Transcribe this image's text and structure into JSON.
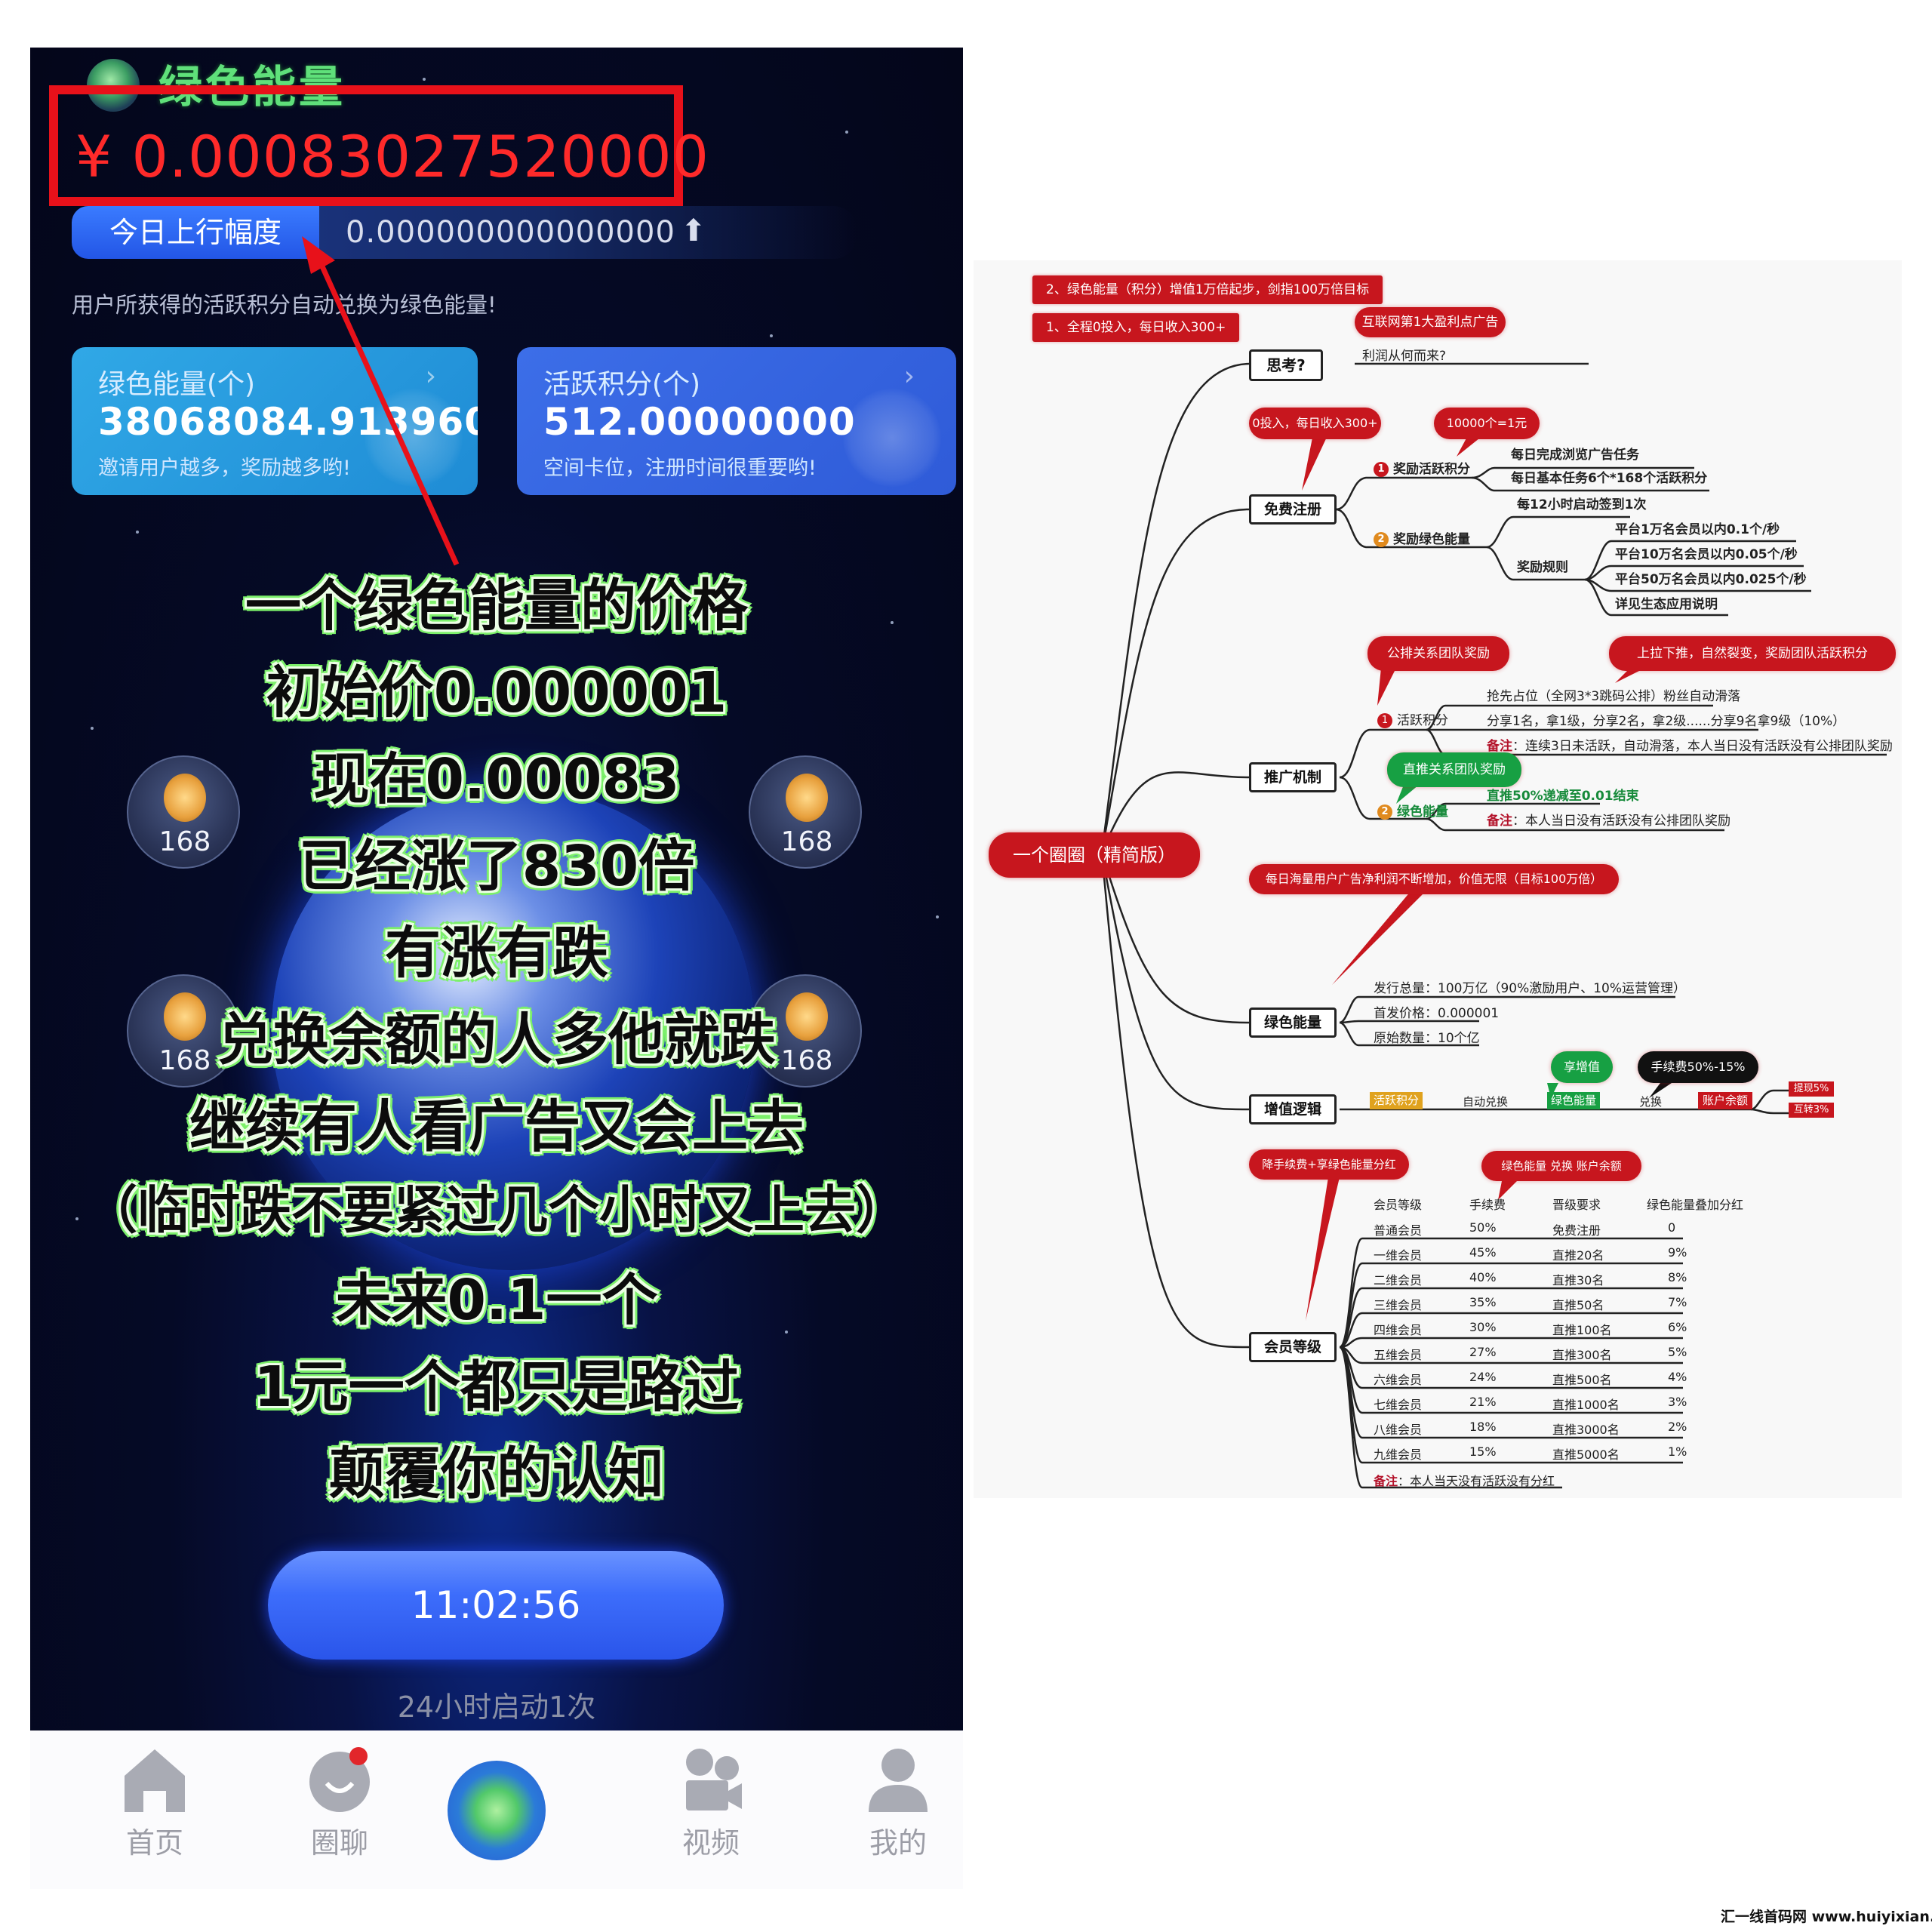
{
  "phone": {
    "app_title": "绿色能量",
    "price": "¥ 0.00083027520000",
    "today": {
      "tag": "今日上行幅度",
      "value": "0.000000000000000",
      "arrow": "⬆"
    },
    "hint": "用户所获得的活跃积分自动兑换为绿色能量!",
    "cards": [
      {
        "title": "绿色能量(个)",
        "value": "38068084.913960...",
        "sub": "邀请用户越多，奖励越多哟!",
        "chevron": "›"
      },
      {
        "title": "活跃积分(个)",
        "value": "512.00000000",
        "sub": "空间卡位，注册时间很重要哟!",
        "chevron": "›"
      }
    ],
    "nodes": [
      {
        "value": "168"
      },
      {
        "value": "168"
      },
      {
        "value": "168"
      },
      {
        "value": "168"
      }
    ],
    "overlay_lines": [
      "一个绿色能量的价格",
      "初始价0.000001",
      "现在0.00083",
      "已经涨了830倍",
      "有涨有跌",
      "兑换余额的人多他就跌",
      "继续有人看广告又会上去",
      "（临时跌不要紧过几个小时又上去）",
      "未来0.1一个",
      "1元一个都只是路过",
      "颠覆你的认知"
    ],
    "timer": "11:02:56",
    "timer_note": "24小时启动1次",
    "tabs": [
      {
        "label": "首页",
        "icon": "home-icon"
      },
      {
        "label": "圈聊",
        "icon": "chat-icon"
      },
      {
        "label": "",
        "icon": "green-energy-icon"
      },
      {
        "label": "视频",
        "icon": "video-icon"
      },
      {
        "label": "我的",
        "icon": "profile-icon"
      }
    ],
    "colors": {
      "price": "#ff2a2a",
      "highlight_box": "#e8111a",
      "tab_active": "#2659d6",
      "overlay_glow": "#7cf06a"
    }
  },
  "mindmap": {
    "headline_2": "2、绿色能量（积分）增值1万倍起步，剑指100万倍目标",
    "headline_1": "1、全程0投入，每日收入300+",
    "root": "一个圈圈（精简版）",
    "think": {
      "topic": "思考?",
      "bubble": "互联网第1大盈利点广告",
      "item": "利润从何而来?"
    },
    "register": {
      "topic": "免费注册",
      "bubble_left": "0投入，每日收入300+",
      "bubble_right": "10000个=1元",
      "branch1": {
        "label": "奖励活跃积分",
        "num": "1",
        "items": [
          "每日完成浏览广告任务",
          "每日基本任务6个*168个活跃积分"
        ]
      },
      "branch2": {
        "label": "奖励绿色能量",
        "num": "2",
        "item": "每12小时启动签到1次",
        "rules_label": "奖励规则",
        "rules": [
          "平台1万名会员以内0.1个/秒",
          "平台10万名会员以内0.05个/秒",
          "平台50万名会员以内0.025个/秒",
          "详见生态应用说明"
        ]
      }
    },
    "promo": {
      "topic": "推广机制",
      "bubble_public": "公排关系团队奖励",
      "bubble_pull": "上拉下推，自然裂变，奖励团队活跃积分",
      "bubble_direct": "直推关系团队奖励",
      "branch1": {
        "label": "活跃积分",
        "num": "1",
        "items": [
          "抢先占位（全网3*3跳码公排）粉丝自动滑落",
          "分享1名，拿1级，分享2名，拿2级......分享9名拿9级（10%）"
        ],
        "note_label": "备注",
        "note": "：连续3日未活跃，自动滑落，本人当日没有活跃没有公排团队奖励"
      },
      "branch2": {
        "label": "绿色能量",
        "num": "2",
        "item": "直推50%递减至0.01结束",
        "note_label": "备注",
        "note": "：本人当日没有活跃没有公排团队奖励"
      }
    },
    "energy": {
      "topic": "绿色能量",
      "bubble": "每日海量用户广告净利润不断增加，价值无限（目标100万倍）",
      "items": [
        "发行总量：100万亿（90%激励用户、10%运营管理）",
        "首发价格：0.000001",
        "原始数量：10个亿"
      ]
    },
    "value_logic": {
      "topic": "增值逻辑",
      "chips": [
        "活跃积分",
        "绿色能量",
        "账户余额"
      ],
      "links": [
        "自动兑换",
        "兑换"
      ],
      "bubble_green": "享增值",
      "bubble_black": "手续费50%-15%",
      "outputs": [
        "提现5%",
        "互转3%"
      ]
    },
    "membership": {
      "topic": "会员等级",
      "bubble_left": "降手续费+享绿色能量分红",
      "bubble_right": "绿色能量 兑换 账户余额",
      "headers": [
        "会员等级",
        "手续费",
        "晋级要求",
        "绿色能量叠加分红"
      ],
      "rows": [
        [
          "普通会员",
          "50%",
          "免费注册",
          "0"
        ],
        [
          "一维会员",
          "45%",
          "直推20名",
          "9%"
        ],
        [
          "二维会员",
          "40%",
          "直推30名",
          "8%"
        ],
        [
          "三维会员",
          "35%",
          "直推50名",
          "7%"
        ],
        [
          "四维会员",
          "30%",
          "直推100名",
          "6%"
        ],
        [
          "五维会员",
          "27%",
          "直推300名",
          "5%"
        ],
        [
          "六维会员",
          "24%",
          "直推500名",
          "4%"
        ],
        [
          "七维会员",
          "21%",
          "直推1000名",
          "3%"
        ],
        [
          "八维会员",
          "18%",
          "直推3000名",
          "2%"
        ],
        [
          "九维会员",
          "15%",
          "直推5000名",
          "1%"
        ]
      ],
      "note_label": "备注",
      "note": "：本人当天没有活跃没有分红"
    },
    "colors": {
      "red": "#c7161e",
      "green": "#17a043",
      "orange": "#e0a21e",
      "black": "#111111"
    }
  },
  "watermark": "汇一线首码网 www.huiyixian.com"
}
